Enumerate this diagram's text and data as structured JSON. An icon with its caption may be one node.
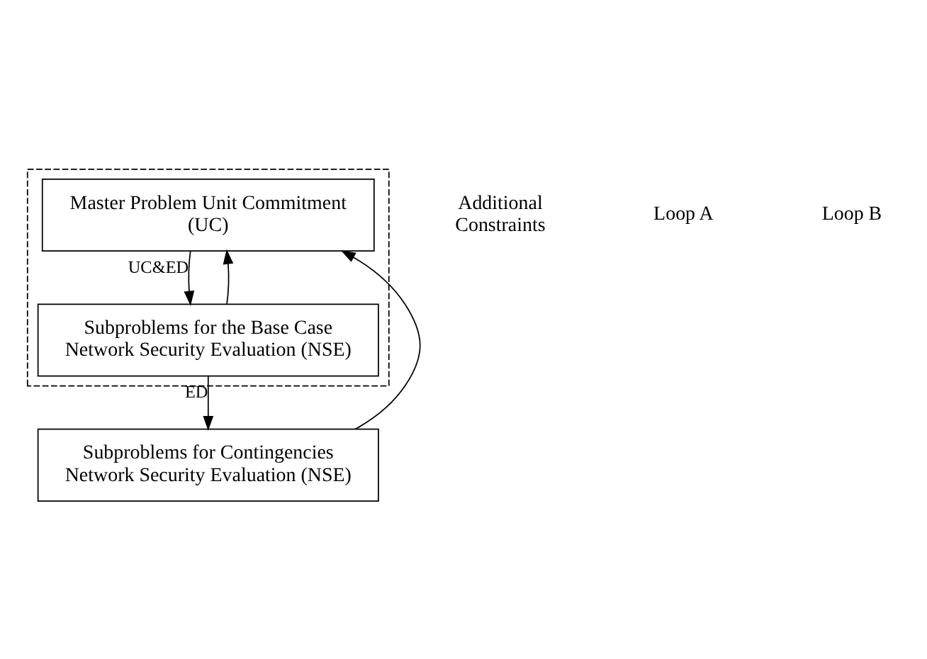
{
  "diagram": {
    "nodes": [
      {
        "text": [],
        "shape": "box"
      },
      {
        "text": [
          "Master Problem Unit Commitment (UC)"
        ],
        "in": 0
      },
      {
        "text": [
          "Subproblems for the Base Case Network Security Evaluation (NSE)"
        ],
        "in": 0
      },
      {
        "text": [
          "Subproblems for Contingencies Network Security Evaluation (NSE)"
        ]
      }
    ],
    "edges": [
      {
        "from": 1,
        "to": 2,
        "arrow": "to",
        "label": "UC&ED"
      },
      {
        "from": 2,
        "to": 3,
        "arrow": "to",
        "label": "ED"
      },
      {
        "from": 2,
        "to": 1,
        "arrow": "to"
      },
      {
        "from": 3,
        "to": 1,
        "arrow": "to"
      }
    ],
    "labels": [
      "Additional Constraints",
      "Loop A",
      "Loop B"
    ]
  }
}
